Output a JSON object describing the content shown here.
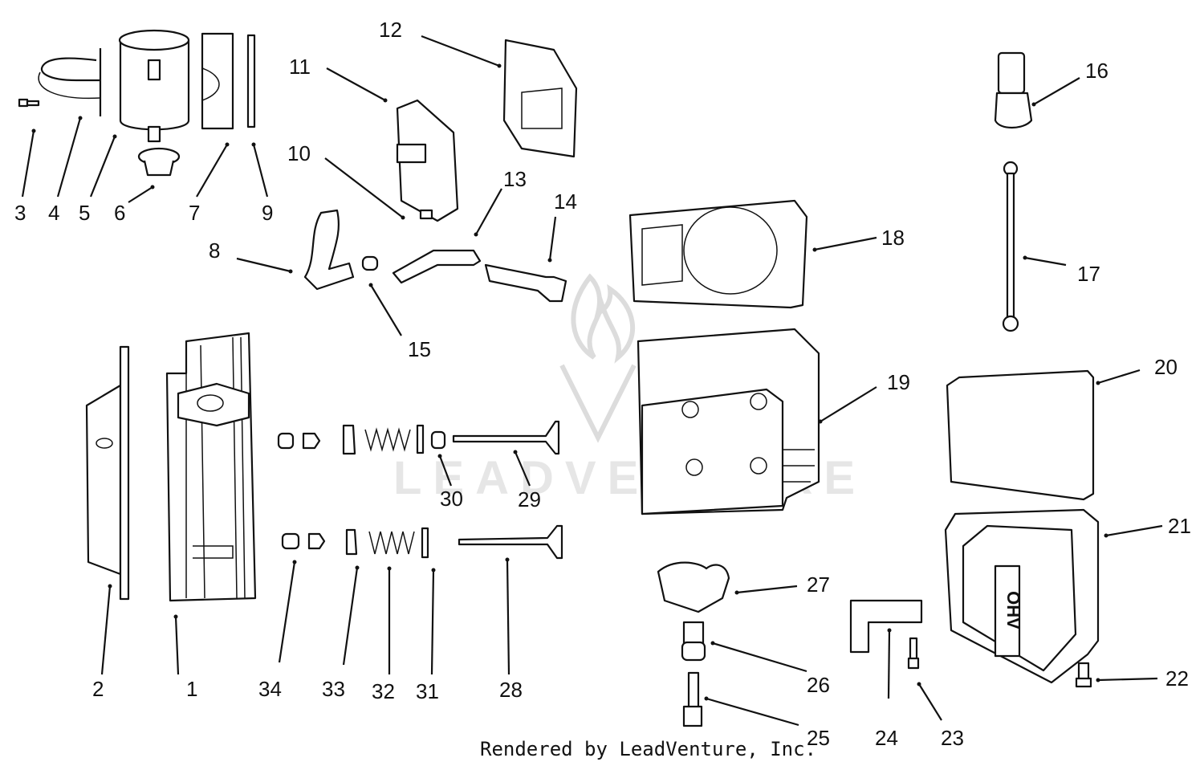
{
  "watermark": {
    "text": "LEADVENTURE"
  },
  "footer": "Rendered by LeadVenture, Inc.",
  "callouts": [
    "1",
    "2",
    "3",
    "4",
    "5",
    "6",
    "7",
    "8",
    "9",
    "10",
    "11",
    "12",
    "13",
    "14",
    "15",
    "16",
    "17",
    "18",
    "19",
    "20",
    "21",
    "22",
    "23",
    "24",
    "25",
    "26",
    "27",
    "28",
    "29",
    "30",
    "31",
    "32",
    "33",
    "34"
  ],
  "cover_text": "OHV"
}
